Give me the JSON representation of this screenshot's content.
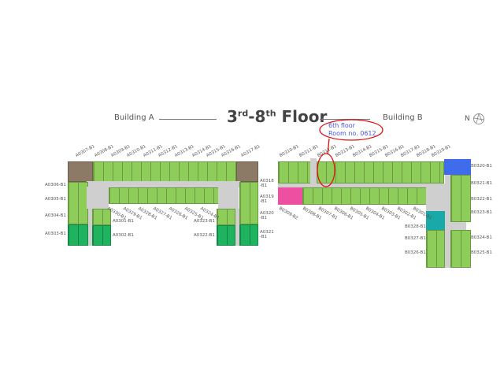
{
  "header": {
    "building_a": "Building A",
    "title_main": "3",
    "title_sup1": "rd",
    "title_mid": "-8",
    "title_sup2": "th",
    "title_end": " Floor",
    "building_b": "Building B",
    "north": "N"
  },
  "annotation": {
    "line1": "6th floor",
    "line2": "Room no. 0612",
    "color": "#e01010"
  },
  "colors": {
    "green": "#8fcd5a",
    "dark_green": "#1fb25f",
    "brown": "#8c7a66",
    "blue": "#3f6cea",
    "pink": "#ee4fa0",
    "teal": "#1aa9a9"
  },
  "labels": {
    "a_top": [
      "A0307-B1",
      "A0308-B1",
      "A0309-B1",
      "A0310-B1",
      "A0311-B1",
      "A0312-B1",
      "A0313-B1",
      "A0314-B1",
      "A0315-B1",
      "A0316-B1",
      "A0317-B1"
    ],
    "a_bottom": [
      "A0330-B1",
      "A0329-B1",
      "A0328-B1",
      "A0327-B1",
      "A0326-B1",
      "A0325-B1",
      "A0324-B1"
    ],
    "a_left": [
      "A0306-B1",
      "A0305-B1",
      "A0304-B1",
      "A0303-B1"
    ],
    "a_inner": [
      "A0301-B1",
      "A0302-B1",
      "A0323-B1",
      "A0322-B1"
    ],
    "a_right": [
      "A0318 -B1",
      "A0319 -B1",
      "A0320 -B1",
      "A0321 -B1"
    ],
    "b_top": [
      "B0310-B1",
      "B0311-B1",
      "B0312-B1",
      "B0313-B1",
      "B0314-B1",
      "B0315-B1",
      "B0316-B1",
      "B0317-B1",
      "B0318-B1",
      "B0319-B1"
    ],
    "b_bottom": [
      "B0309-B2",
      "B0308-B1",
      "B0307-B1",
      "B0306-B1",
      "B0305-B1",
      "B0304-B1",
      "B0303-B1",
      "B0302-B1",
      "B0301-B1"
    ],
    "b_right": [
      "B0320-B1",
      "B0321-B1",
      "B0322-B1",
      "B0323-B1",
      "B0324-B1",
      "B0325-B1"
    ],
    "b_inner": [
      "B0328-B1",
      "B0327-B1",
      "B0326-B1"
    ]
  }
}
